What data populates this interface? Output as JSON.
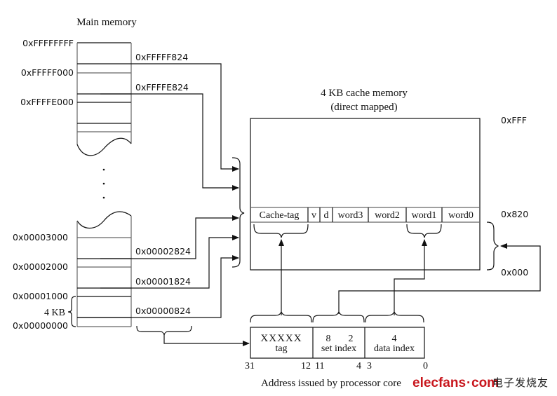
{
  "main_memory": {
    "title": "Main memory",
    "address_labels": [
      "0xFFFFFFFF",
      "0xFFFFF000",
      "0xFFFFE000",
      "0x00003000",
      "0x00002000",
      "0x00001000",
      "0x00000000"
    ],
    "block_size_label": "4 KB",
    "mapped_addresses": [
      "0xFFFFF824",
      "0xFFFFE824",
      "0x00002824",
      "0x00001824",
      "0x00000824"
    ]
  },
  "cache": {
    "title": "4 KB cache memory",
    "subtitle": "(direct mapped)",
    "top_address": "0xFFF",
    "line_address": "0x820",
    "bottom_address": "0x000",
    "line_fields": [
      "Cache-tag",
      "v",
      "d",
      "word3",
      "word2",
      "word1",
      "word0"
    ]
  },
  "address": {
    "fields": [
      {
        "value": "XXXXX",
        "name": "tag",
        "bit_high": "31",
        "bit_low": "12"
      },
      {
        "value_a": "8",
        "value_b": "2",
        "name": "set index",
        "bit_high": "11",
        "bit_low": "4"
      },
      {
        "value": "4",
        "name": "data index",
        "bit_high": "3",
        "bit_low": "0"
      }
    ],
    "caption": "Address issued by processor core"
  },
  "watermark": {
    "brand": "elecfans",
    "dot": "·",
    "domain": "com",
    "chinese": "电子发烧友",
    "color": "#c8161d"
  }
}
